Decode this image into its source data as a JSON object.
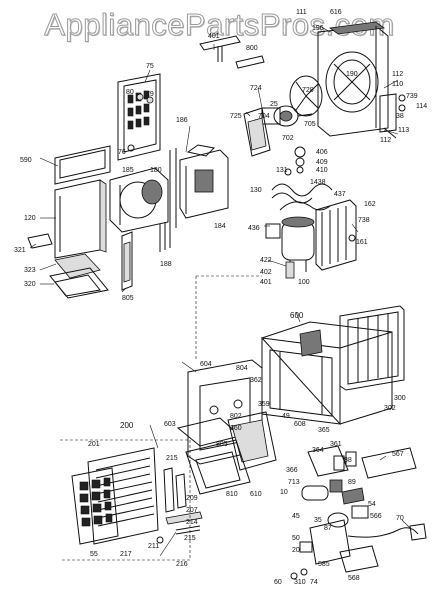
{
  "watermark": "AppliancePartsPros.com",
  "labels": {
    "p75": "75",
    "p80": "80",
    "p79": "79",
    "p76": "76",
    "p185": "185",
    "p180": "180",
    "p186": "186",
    "p184": "184",
    "p188": "188",
    "p590": "590",
    "p120": "120",
    "p321": "321",
    "p323": "323",
    "p320": "320",
    "p805": "805",
    "p401": "401",
    "p800": "800",
    "p111": "111",
    "p616": "616",
    "p196": "196",
    "p724": "724",
    "p728": "728",
    "p190": "190",
    "p112a": "112",
    "p110": "110",
    "p739": "739",
    "p114": "114",
    "p38": "38",
    "p113": "113",
    "p112b": "112",
    "p725": "725",
    "p704": "704",
    "p25": "25",
    "p705": "705",
    "p702": "702",
    "p406": "406",
    "p409": "409",
    "p410": "410",
    "p131": "131",
    "p1438": "1438",
    "p130": "130",
    "p437": "437",
    "p162": "162",
    "p738": "738",
    "p436": "436",
    "p161": "161",
    "p422": "422",
    "p402": "402",
    "p401b": "401",
    "p100": "100",
    "p600": "600",
    "p604": "604",
    "p804": "804",
    "p362": "362",
    "p359": "359",
    "p300": "300",
    "p302": "302",
    "p603": "603",
    "p802": "802",
    "p360": "360",
    "p49": "49",
    "p608": "608",
    "p365": "365",
    "p885": "885",
    "p361": "361",
    "p364": "364",
    "p88": "88",
    "p567": "567",
    "p200": "200",
    "p201": "201",
    "p215a": "215",
    "p209": "209",
    "p207": "207",
    "p214": "214",
    "p215b": "215",
    "p810": "810",
    "p610": "610",
    "p366": "366",
    "p713": "713",
    "p10": "10",
    "p89": "89",
    "p54": "54",
    "p566": "566",
    "p45": "45",
    "p35": "35",
    "p87": "87",
    "p70": "70",
    "p55": "55",
    "p217": "217",
    "p211": "211",
    "p216": "216",
    "p50": "50",
    "p20": "20",
    "p585": "585",
    "p568": "568",
    "p60": "60",
    "p310": "310",
    "p74": "74"
  }
}
